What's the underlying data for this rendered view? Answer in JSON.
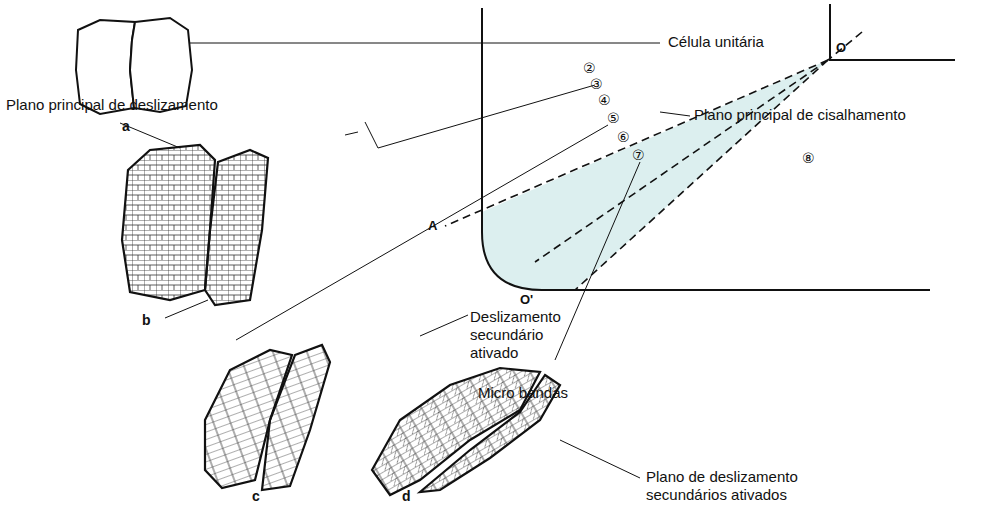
{
  "diagram": {
    "labels": [
      "Célula unitária",
      "a",
      "Plano principal de deslizamento",
      "Plano principal de cisalhamento",
      "A",
      "O",
      "O'",
      "②",
      "③",
      "④",
      "⑤",
      "⑥",
      "⑦",
      "⑧",
      "b",
      "Deslizamento secundário ativado",
      "Micro bandas",
      "c",
      "d",
      "Plano de deslizamento secundários ativados"
    ]
  }
}
